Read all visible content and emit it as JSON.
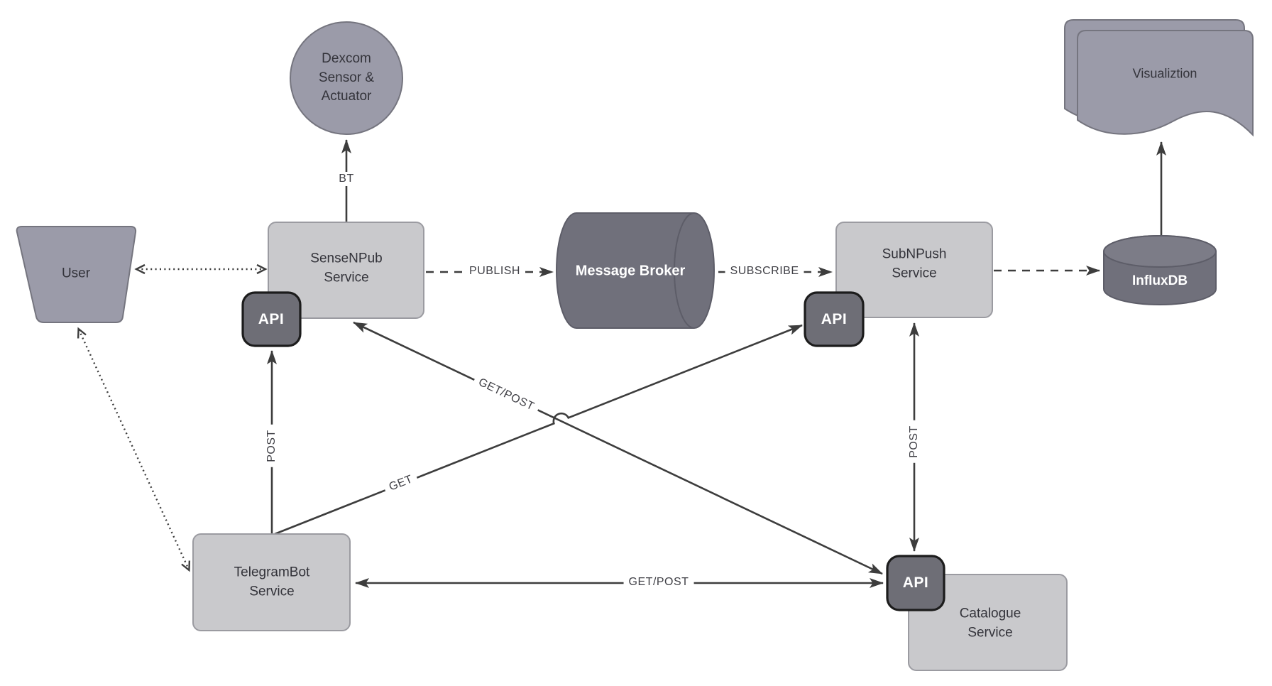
{
  "diagram": {
    "title_note": "",
    "nodes": {
      "dexcom": {
        "lines": [
          "Dexcom",
          "Sensor &",
          "Actuator"
        ]
      },
      "user": {
        "label": "User"
      },
      "sensenpub": {
        "lines": [
          "SenseNPub",
          "Service"
        ],
        "api_label": "API"
      },
      "broker": {
        "label": "Message Broker"
      },
      "subnpush": {
        "lines": [
          "SubNPush",
          "Service"
        ],
        "api_label": "API"
      },
      "influxdb": {
        "label": "InfluxDB"
      },
      "visualization": {
        "label": "Visualiztion"
      },
      "telegrambot": {
        "lines": [
          "TelegramBot",
          "Service"
        ]
      },
      "catalogue": {
        "lines": [
          "Catalogue",
          "Service"
        ],
        "api_label": "API"
      }
    },
    "edges": {
      "bt": "BT",
      "publish": "PUBLISH",
      "subscribe": "SUBSCRIBE",
      "post_left": "POST",
      "post_right": "POST",
      "get": "GET",
      "getpost_diag": "GET/POST",
      "getpost_horiz": "GET/POST"
    }
  },
  "colors": {
    "node-light": "#c9c9cc",
    "node-light-border": "#9b9ba1",
    "node-mid": "#9b9ba9",
    "node-mid-border": "#75757f",
    "node-dark": "#70707b",
    "node-dark-border": "#5d5d68",
    "node-dark-top": "#7c7c87",
    "api-fill": "#6e6e76",
    "api-border": "#1c1c1c",
    "line": "#3d3d3d",
    "label": "#3f3f45",
    "text-dark": "#33333a",
    "text-light": "#ffffff",
    "canvas": "#ffffff"
  }
}
